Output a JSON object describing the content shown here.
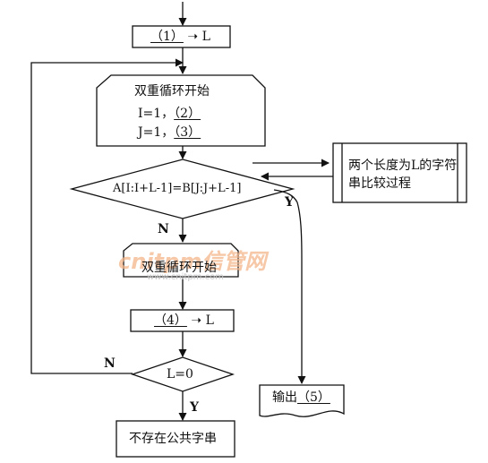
{
  "flowchart": {
    "box_assign_L": {
      "blank": "（1）",
      "target": "L"
    },
    "loop1": {
      "title": "双重循环开始",
      "line_i_prefix": "I=1，",
      "line_i_blank": "（2）",
      "line_j_prefix": "J=1，",
      "line_j_blank": "（3）"
    },
    "decision_compare": {
      "text": "A[I:I+L-1]=B[J:J+L-1]",
      "yes": "Y",
      "no": "N"
    },
    "subprocess": {
      "line1": "两个长度为L的字符",
      "line2": "串比较过程"
    },
    "loop2": {
      "title": "双重循环开始"
    },
    "box_assign_L2": {
      "blank": "（4）",
      "target": "L"
    },
    "decision_L0": {
      "text": "L=0",
      "yes": "Y",
      "no": "N"
    },
    "output_box": {
      "label": "输出",
      "blank": "（5）"
    },
    "end_box": {
      "text": "不存在公共字串"
    }
  },
  "watermark": {
    "brand": "cnitpm信管网",
    "url": "www.cnitpm.com"
  }
}
